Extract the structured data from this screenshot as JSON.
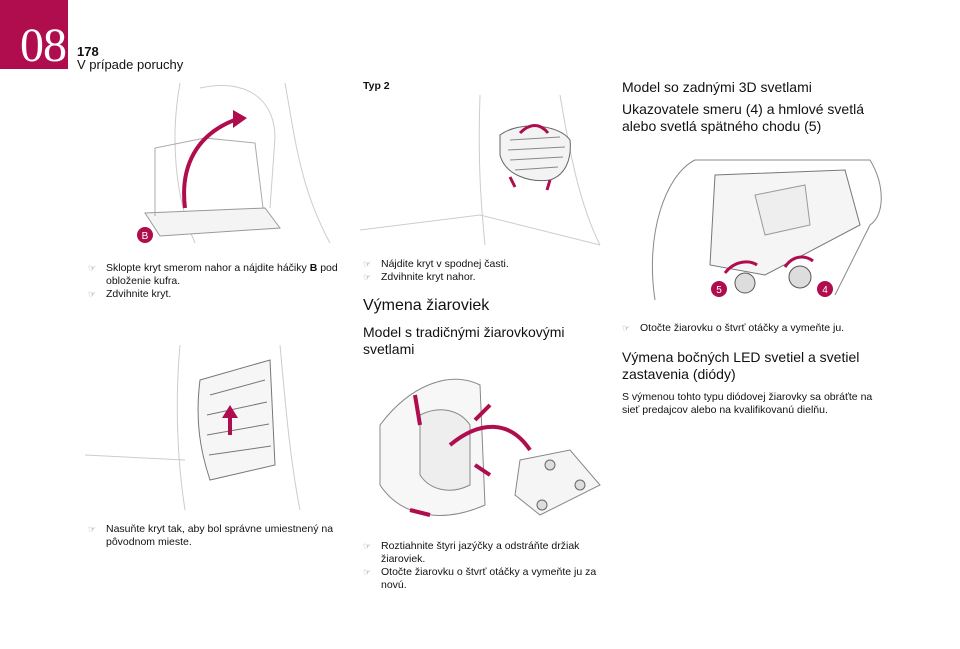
{
  "header": {
    "chapter": "08",
    "page": "178",
    "title": "V prípade poruchy"
  },
  "col1": {
    "fig1_label": "B",
    "bullets1": [
      "Sklopte kryt smerom nahor a nájdite háčiky ",
      "Zdvihnite kryt."
    ],
    "bullets1_bold": "B",
    "bullets1_cont": "pod obloženie kufra.",
    "bullets2": [
      "Nasuňte kryt tak, aby bol správne umiestnený na pôvodnom mieste."
    ]
  },
  "col2": {
    "type_label": "Typ 2",
    "bullets1": [
      "Nájdite kryt v spodnej časti.",
      "Zdvihnite kryt nahor."
    ],
    "heading": "Výmena žiaroviek",
    "subheading": "Model s tradičnými žiarovkovými svetlami",
    "bullets2": [
      "Roztiahnite štyri jazýčky a odstráňte držiak žiaroviek.",
      "Otočte žiarovku o štvrť otáčky a vymeňte ju za novú."
    ]
  },
  "col3": {
    "heading": "Model so zadnými 3D svetlami",
    "subheading": "Ukazovatele smeru (4) a hmlové svetlá alebo svetlá spätného chodu (5)",
    "labels": [
      "5",
      "4"
    ],
    "bullets1": [
      "Otočte žiarovku o štvrť otáčky a vymeňte ju."
    ],
    "heading2": "Výmena bočných LED svetiel a svetiel zastavenia (diódy)",
    "paragraph": "S výmenou tohto typu diódovej žiarovky sa obráťte na sieť predajcov alebo na kvalifikovanú dielňu."
  },
  "colors": {
    "accent": "#b00d4e"
  }
}
